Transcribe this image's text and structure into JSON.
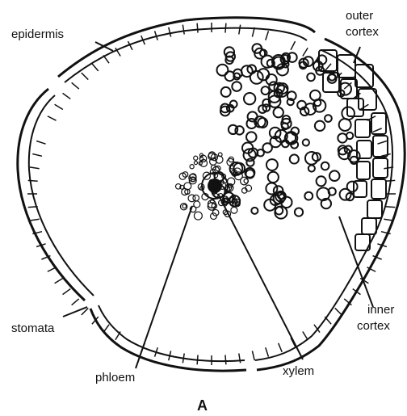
{
  "labels": {
    "epidermis": "epidermis",
    "outer_cortex_1": "outer",
    "outer_cortex_2": "cortex",
    "inner_cortex_1": "inner",
    "inner_cortex_2": "cortex",
    "stomata": "stomata",
    "phloem": "phloem",
    "xylem": "xylem",
    "panel": "A"
  }
}
